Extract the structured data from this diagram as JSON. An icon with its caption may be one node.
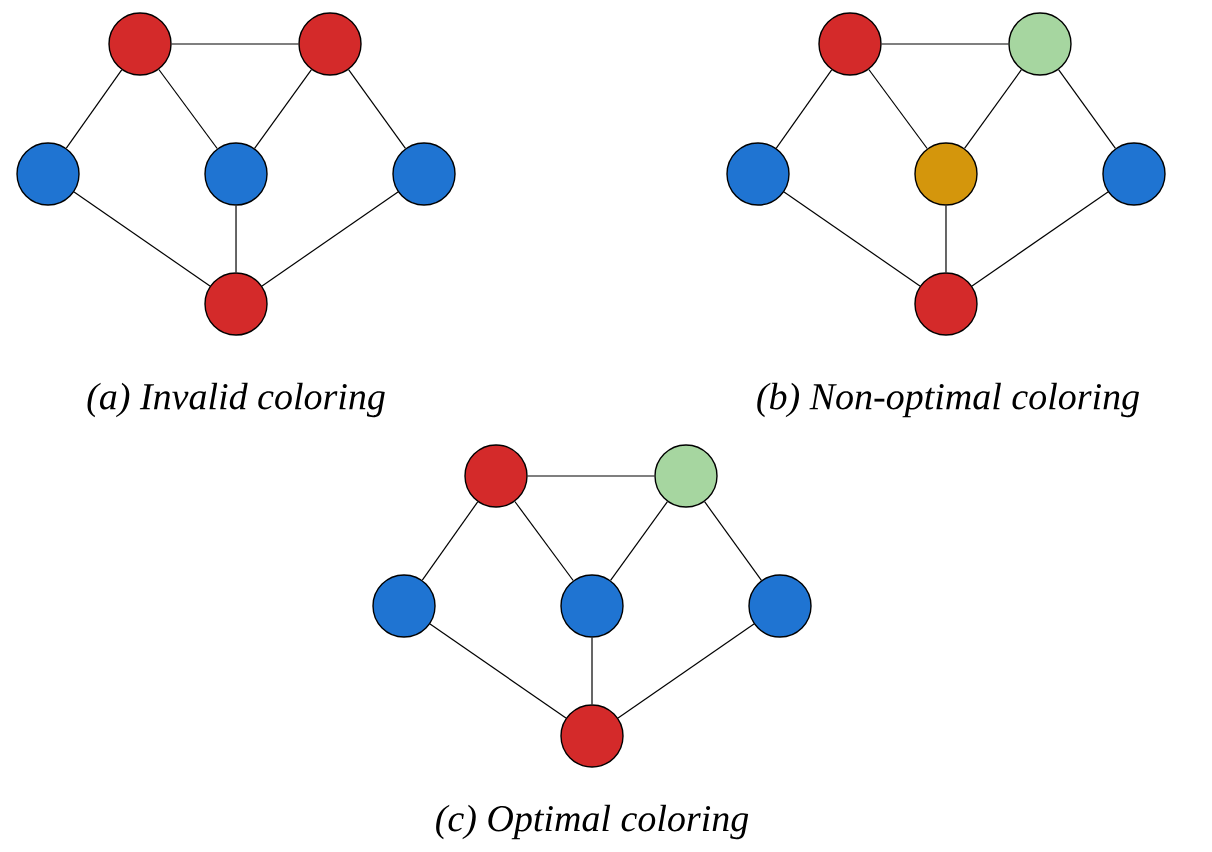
{
  "diagram": {
    "nodes": [
      {
        "text": [],
        "shape": "circle"
      },
      {
        "text": [],
        "shape": "circle"
      },
      {
        "text": [],
        "shape": "circle"
      },
      {
        "text": [],
        "shape": "circle"
      },
      {
        "text": [],
        "shape": "circle"
      },
      {
        "text": [],
        "shape": "circle"
      },
      {
        "text": [],
        "shape": "circle"
      },
      {
        "text": [],
        "shape": "circle"
      },
      {
        "text": [],
        "shape": "circle"
      },
      {
        "text": [],
        "shape": "circle"
      },
      {
        "text": [],
        "shape": "circle"
      },
      {
        "text": [],
        "shape": "circle"
      },
      {
        "text": [],
        "shape": "circle"
      },
      {
        "text": [],
        "shape": "circle"
      },
      {
        "text": [],
        "shape": "circle"
      },
      {
        "text": [],
        "shape": "circle"
      },
      {
        "text": [],
        "shape": "circle"
      },
      {
        "text": [],
        "shape": "circle"
      }
    ],
    "edges": [
      {
        "from": 0,
        "to": 1,
        "arrow": "none"
      },
      {
        "from": 0,
        "to": 2,
        "arrow": "none"
      },
      {
        "from": 0,
        "to": 3,
        "arrow": "none"
      },
      {
        "from": 1,
        "to": 3,
        "arrow": "none"
      },
      {
        "from": 1,
        "to": 4,
        "arrow": "none"
      },
      {
        "from": 2,
        "to": 5,
        "arrow": "none"
      },
      {
        "from": 3,
        "to": 5,
        "arrow": "none"
      },
      {
        "from": 4,
        "to": 5,
        "arrow": "none"
      },
      {
        "from": 6,
        "to": 7,
        "arrow": "none"
      },
      {
        "from": 6,
        "to": 8,
        "arrow": "none"
      },
      {
        "from": 6,
        "to": 9,
        "arrow": "none"
      },
      {
        "from": 7,
        "to": 9,
        "arrow": "none"
      },
      {
        "from": 7,
        "to": 10,
        "arrow": "none"
      },
      {
        "from": 8,
        "to": 11,
        "arrow": "none"
      },
      {
        "from": 9,
        "to": 11,
        "arrow": "none"
      },
      {
        "from": 10,
        "to": 11,
        "arrow": "none"
      },
      {
        "from": 12,
        "to": 13,
        "arrow": "none"
      },
      {
        "from": 12,
        "to": 14,
        "arrow": "none"
      },
      {
        "from": 12,
        "to": 15,
        "arrow": "none"
      },
      {
        "from": 13,
        "to": 15,
        "arrow": "none"
      },
      {
        "from": 13,
        "to": 16,
        "arrow": "none"
      },
      {
        "from": 14,
        "to": 17,
        "arrow": "none"
      },
      {
        "from": 15,
        "to": 17,
        "arrow": "none"
      },
      {
        "from": 16,
        "to": 17,
        "arrow": "none"
      }
    ],
    "labels": [
      "(a) Invalid coloring",
      "(b) Non-optimal coloring",
      "(c) Optimal coloring"
    ]
  }
}
